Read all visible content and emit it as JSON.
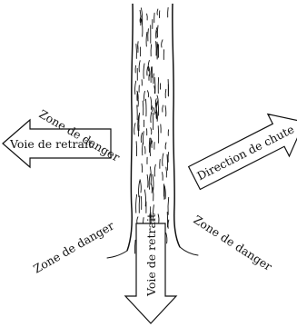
{
  "diagram": {
    "labels": {
      "danger_zone_upper_left": "Zone de danger",
      "fall_direction": "Direction de chute",
      "retreat_path_left": "Voie de retrait",
      "danger_zone_lower_left": "Zone de danger",
      "retreat_path_down": "Voie de retrait",
      "danger_zone_lower_right": "Zone de danger"
    },
    "colors": {
      "line": "#111111",
      "background": "#ffffff"
    }
  }
}
